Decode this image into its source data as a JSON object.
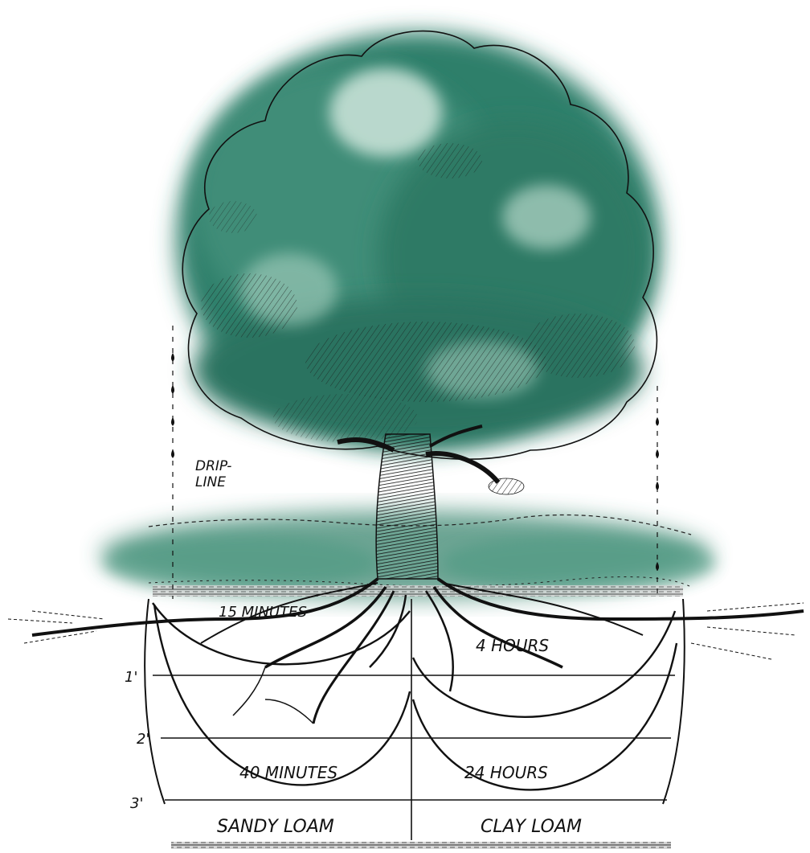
{
  "colors": {
    "canopy": "#2f7f6b",
    "canopy_light": "#cfe6dc",
    "ink": "#111111",
    "ground": "#3b8670"
  },
  "labels": {
    "dripline_1": "DRIP-",
    "dripline_2": "LINE",
    "sandy_shallow_time": "15 MINUTES",
    "clay_shallow_time": "4 HOURS",
    "sandy_deep_time": "40 MINUTES",
    "clay_deep_time": "24 HOURS",
    "depth_1": "1'",
    "depth_2": "2'",
    "depth_3": "3'",
    "sandy_soil": "SANDY LOAM",
    "clay_soil": "CLAY LOAM"
  }
}
